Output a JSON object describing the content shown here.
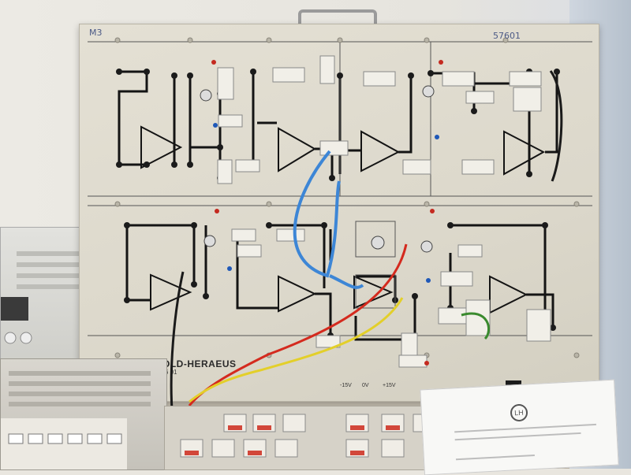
{
  "panel": {
    "handwritten_left": "M3",
    "handwritten_right": "57601",
    "brand": "LEYBOLD-HERAEUS",
    "model": "576 01",
    "voltage_neg": "-15V",
    "voltage_ground": "0V",
    "voltage_pos": "+15V",
    "logo_letters": "LH"
  },
  "colors": {
    "panel": "#dcd8cb",
    "trace": "#141414",
    "wire_red": "#d42a1e",
    "wire_yellow": "#e3cf2a",
    "wire_blue": "#3d86d6",
    "wire_green": "#3a8a2e",
    "wire_black": "#1a1a1a"
  },
  "document": {
    "logo_letters": "LH"
  }
}
